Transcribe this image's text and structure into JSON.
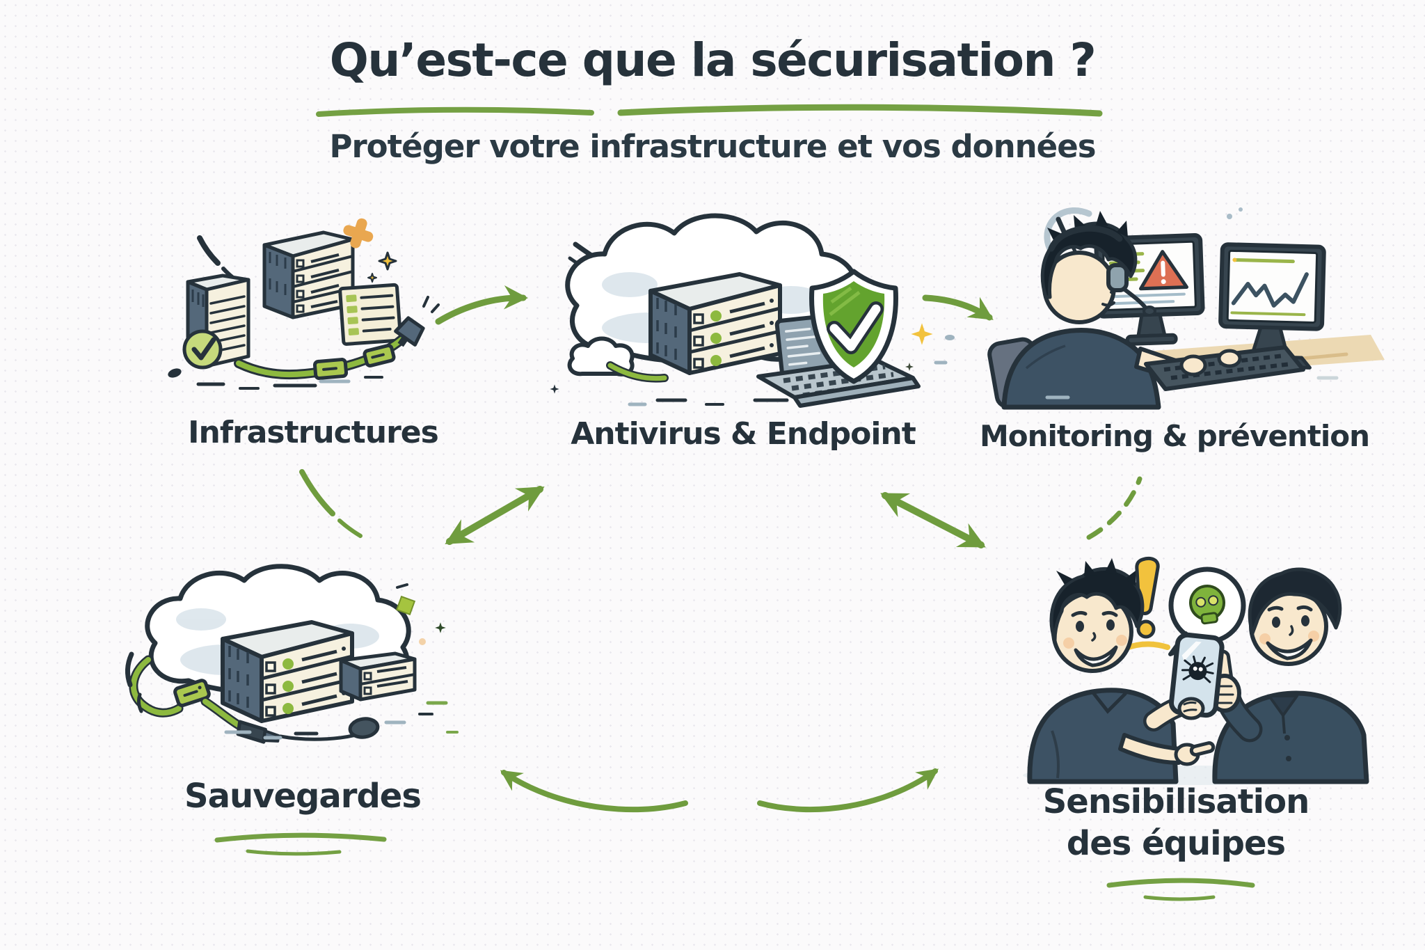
{
  "header": {
    "title": "Qu’est-ce que la sécurisation ?",
    "subtitle": "Protéger votre infrastructure et vos données"
  },
  "nodes": [
    {
      "id": "infrastructures",
      "label": "Infrastructures",
      "icon": "server-stack-checklist-icon"
    },
    {
      "id": "antivirus-endpoint",
      "label": "Antivirus & Endpoint",
      "icon": "cloud-server-shield-laptop-icon"
    },
    {
      "id": "monitoring-prevention",
      "label": "Monitoring & prévention",
      "icon": "operator-dual-monitor-alert-chart-icon"
    },
    {
      "id": "sauvegardes",
      "label": "Sauvegardes",
      "icon": "cloud-backup-servers-usb-icon"
    },
    {
      "id": "sensibilisation-equipes",
      "label": "Sensibilisation des équipes",
      "icon": "two-people-phone-malware-icon"
    }
  ],
  "connections": [
    {
      "from": "infrastructures",
      "to": "antivirus-endpoint",
      "style": "single-arrow"
    },
    {
      "from": "antivirus-endpoint",
      "to": "monitoring-prevention",
      "style": "single-arrow"
    },
    {
      "from": "antivirus-endpoint",
      "to": "sauvegardes",
      "style": "double-arrow"
    },
    {
      "from": "antivirus-endpoint",
      "to": "sensibilisation-equipes",
      "style": "double-arrow"
    },
    {
      "from": "monitoring-prevention",
      "to": "sensibilisation-equipes",
      "style": "dashed-curve"
    },
    {
      "from": "sauvegardes",
      "to": "sensibilisation-equipes",
      "style": "diverging-curved-arrows"
    }
  ],
  "colors": {
    "ink": "#26323b",
    "arrow_green": "#6f9c3e",
    "underline_green": "#74a043",
    "cable_green": "#8db93f",
    "shield_green": "#63a32e",
    "alert_red": "#dd7054",
    "accent_yellow": "#f2c23d",
    "accent_orange": "#e9a750",
    "server_cream": "#f6f1df",
    "server_slate": "#54687a",
    "shirt_slate": "#3d5264",
    "background": "#fbfafb"
  }
}
